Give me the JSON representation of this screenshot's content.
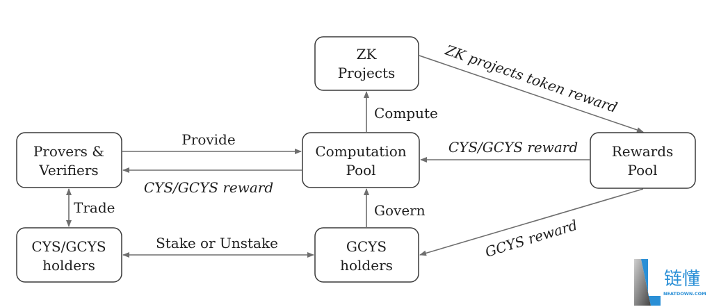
{
  "nodes": {
    "zk_projects": [
      "ZK",
      "Projects"
    ],
    "provers": [
      "Provers &",
      "Verifiers"
    ],
    "computation_pool": [
      "Computation",
      "Pool"
    ],
    "rewards_pool": [
      "Rewards",
      "Pool"
    ],
    "cys_holders": [
      "CYS/GCYS",
      "holders"
    ],
    "gcys_holders": [
      "GCYS",
      "holders"
    ]
  },
  "edges": {
    "provide": "Provide",
    "pool_to_provers": "CYS/GCYS reward",
    "trade": "Trade",
    "stake": "Stake or Unstake",
    "compute": "Compute",
    "govern": "Govern",
    "zk_token_reward": "ZK projects token reward",
    "rewards_to_pool": "CYS/GCYS reward",
    "gcys_reward": "GCYS reward"
  },
  "watermark": {
    "chars": "链懂",
    "site": "NEATDOWN.COM",
    "color": "#2a8fd6"
  }
}
